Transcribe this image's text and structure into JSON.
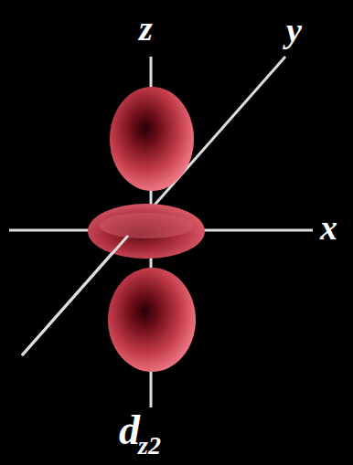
{
  "diagram": {
    "labels": [
      "z",
      "y",
      "x",
      "d",
      "z2"
    ]
  }
}
